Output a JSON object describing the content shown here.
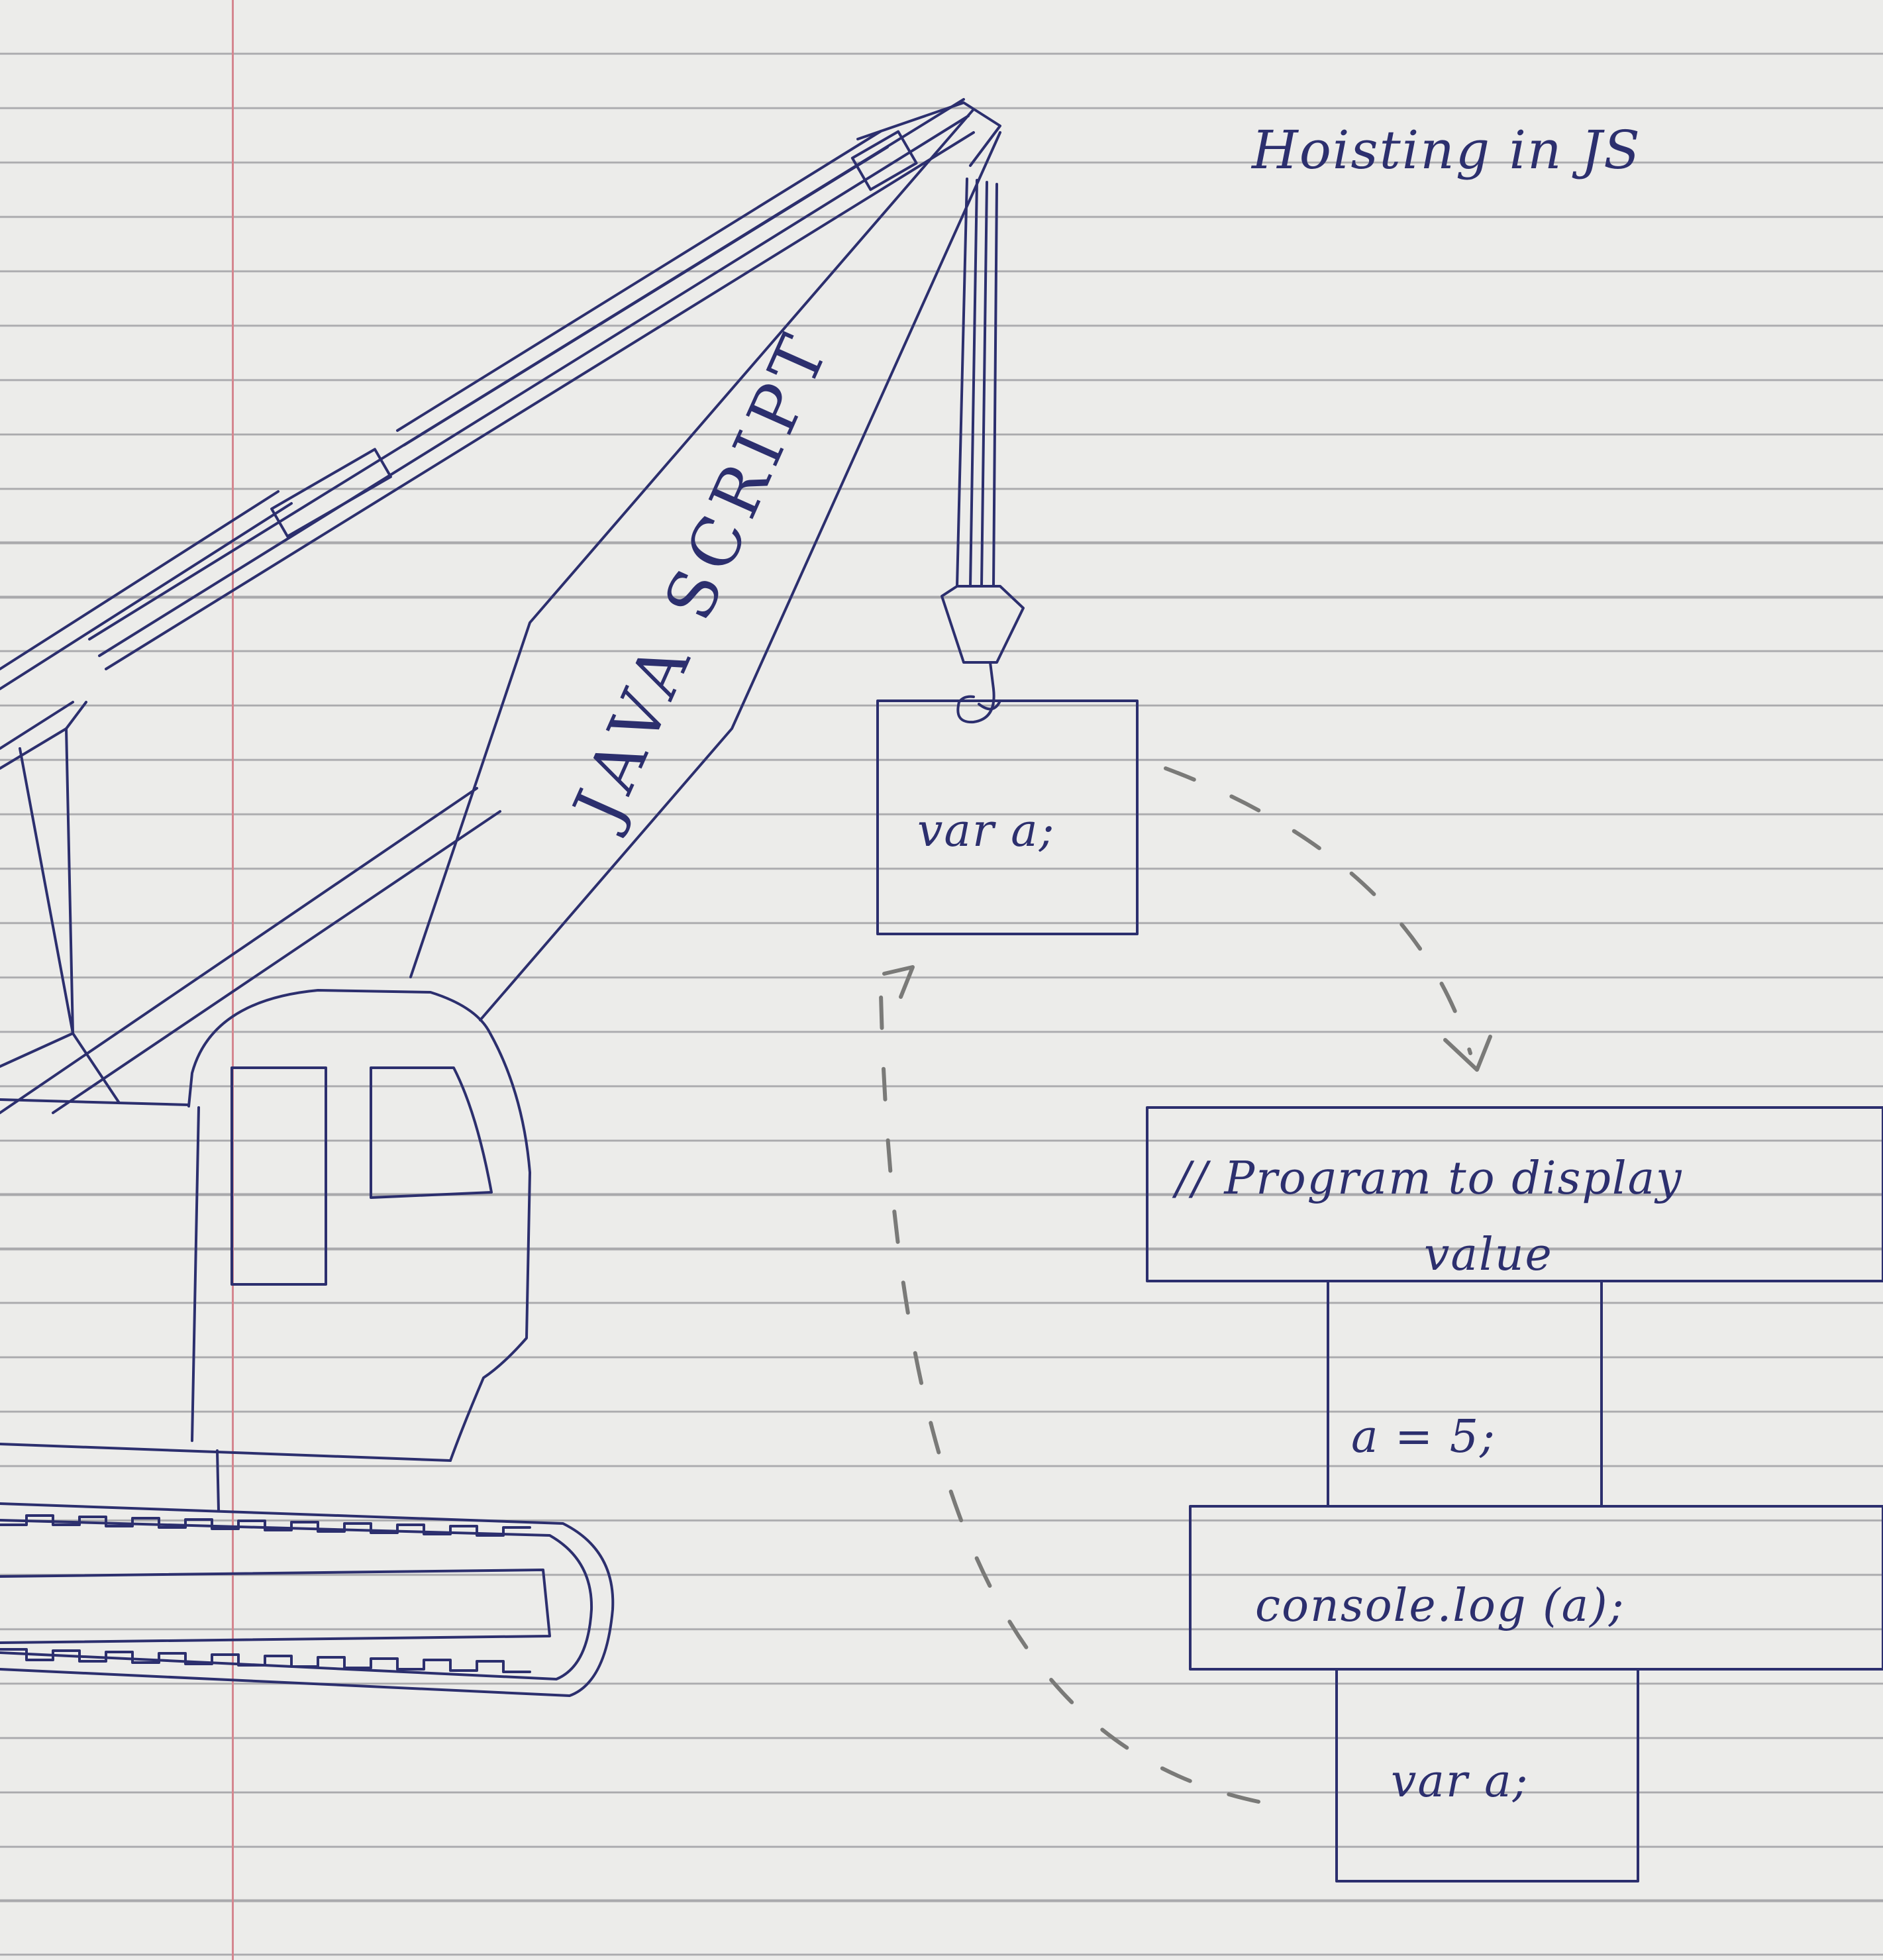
{
  "title": "Hoisting in JS",
  "crane": {
    "boom_label": "JAVA SCRIPT"
  },
  "hoisted_block": {
    "code": "var a;"
  },
  "program_stack": {
    "comment": "// Program to display",
    "comment_continued": "value",
    "lines": [
      "a = 5;",
      "console.log (a);",
      "var a;"
    ]
  },
  "colors": {
    "ink": "#2c2f6e",
    "pencil": "#7a7a78",
    "paper": "#ececea",
    "rule_line": "#a9a9ac",
    "margin_line": "#d4868f"
  }
}
